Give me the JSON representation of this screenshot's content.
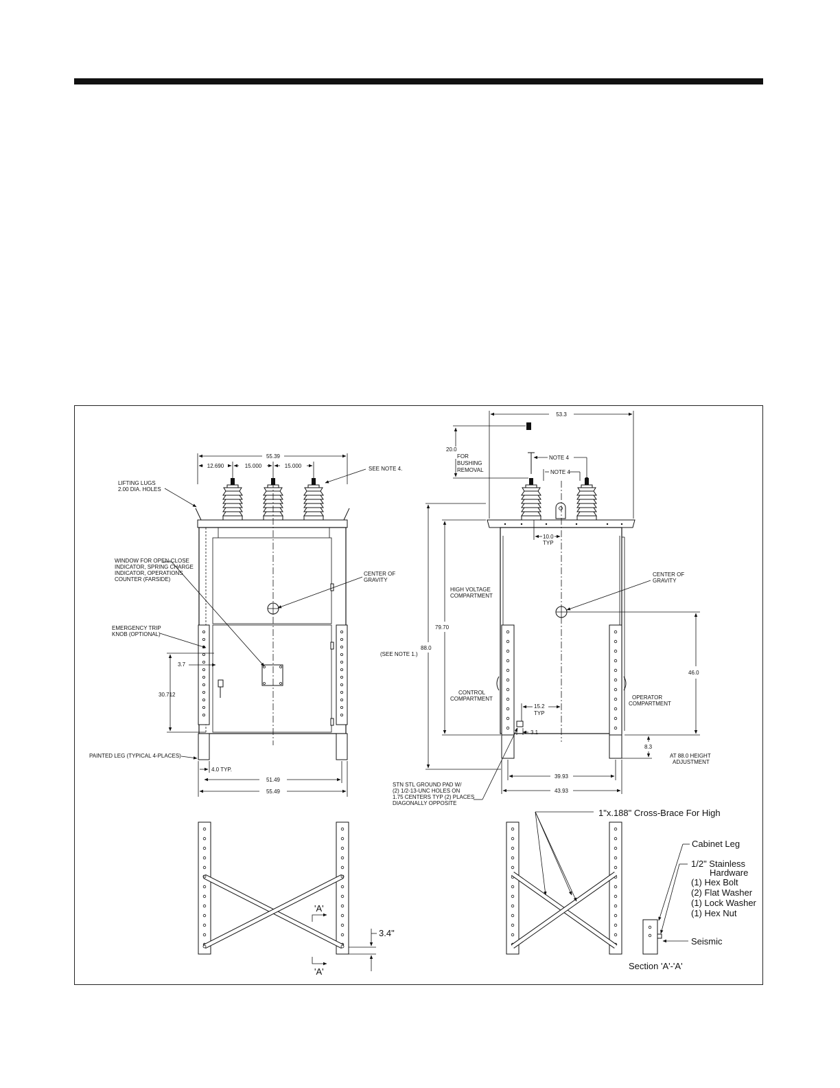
{
  "labels": {
    "front_width": "55.39",
    "spacing_1": "12.690",
    "spacing_2": "15.000",
    "spacing_3": "15.000",
    "see_note4": "SEE NOTE 4.",
    "lifting_lugs_1": "LIFTING LUGS",
    "lifting_lugs_2": "2.00 DIA. HOLES",
    "window_1": "WINDOW FOR OPEN-CLOSE",
    "window_2": "INDICATOR, SPRING CHARGE",
    "window_3": "INDICATOR, OPERATIONS",
    "window_4": "COUNTER (FARSIDE)",
    "cog_front_1": "CENTER OF",
    "cog_front_2": "GRAVITY",
    "emergency_1": "EMERGENCY TRIP",
    "emergency_2": "KNOB (OPTIONAL)",
    "dim_3_7": "3.7",
    "dim_30_712": "30.712",
    "painted_leg": "PAINTED LEG (TYPICAL 4-PLACES)",
    "dim_4_typ": "4.0 TYP.",
    "dim_51_49": "51.49",
    "dim_55_49": "55.49",
    "side_width": "53.3",
    "bushing_1": "20.0",
    "bushing_2": "FOR",
    "bushing_3": "BUSHING",
    "bushing_4": "REMOVAL",
    "note4_a": "NOTE 4",
    "note4_b": "NOTE 4",
    "dim_10_0": "10.0",
    "typ_a": "TYP",
    "cog_side_1": "CENTER OF",
    "cog_side_2": "GRAVITY",
    "hv_1": "HIGH VOLTAGE",
    "hv_2": "COMPARTMENT",
    "dim_79_70": "79.70",
    "dim_88_0": "88.0",
    "see_note1": "(SEE NOTE 1.)",
    "dim_46_0": "46.0",
    "ctrl_1": "CONTROL",
    "ctrl_2": "COMPARTMENT",
    "op_1": "OPERATOR",
    "op_2": "COMPARTMENT",
    "dim_15_2": "15.2",
    "typ_b": "TYP",
    "dim_3_1": "3.1",
    "dim_8_3": "8.3",
    "at88_1": "AT 88.0 HEIGHT",
    "at88_2": "ADJUSTMENT",
    "dim_39_93": "39.93",
    "dim_43_93": "43.93",
    "gp_1": "STN STL GROUND PAD W/",
    "gp_2": "(2) 1/2-13-UNC HOLES ON",
    "gp_3": "1.75 CENTERS TYP (2) PLACES",
    "gp_4": "DIAGONALLY OPPOSITE",
    "cross_brace": "1\"x.188\" Cross-Brace For High",
    "section_a_top": "'A'",
    "section_a_bottom": "'A'",
    "dim_3_4": "3.4\"",
    "cabinet_leg": "Cabinet Leg",
    "hw_1": "1/2\" Stainless",
    "hw_2": "Hardware",
    "hw_3": "(1) Hex Bolt",
    "hw_4": "(2) Flat Washer",
    "hw_5": "(1) Lock Washer",
    "hw_6": "(1) Hex Nut",
    "seismic": "Seismic",
    "section_title": "Section 'A'-'A'"
  }
}
